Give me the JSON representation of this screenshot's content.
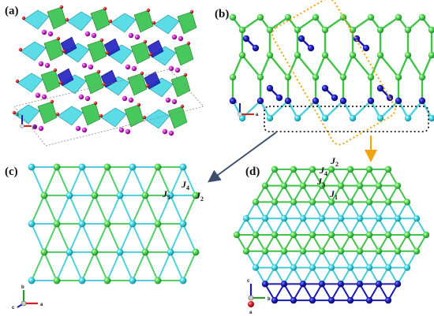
{
  "panels": {
    "a": {
      "label": "(a)"
    },
    "b": {
      "label": "(b)"
    },
    "c": {
      "label": "(c)"
    },
    "d": {
      "label": "(d)"
    }
  },
  "coupling_labels_c": {
    "j5": "J",
    "j5_sub": "5",
    "j4": "J",
    "j4_sub": "4",
    "j2": "J",
    "j2_sub": "2"
  },
  "coupling_labels_d": {
    "j2": "J",
    "j2_sub": "2",
    "j4": "J",
    "j4_sub": "4",
    "j3": "J",
    "j3_sub": "3",
    "j1": "J",
    "j1_sub": "1"
  },
  "axes": {
    "a": {
      "vertical": "c",
      "horizontal": "a"
    },
    "b": {
      "vertical": "c",
      "horizontal": "a"
    },
    "c": {
      "vertical": "b",
      "horizontal": "a",
      "out": "c"
    },
    "d": {
      "vertical": "c",
      "horizontal": "b",
      "out": "a"
    }
  },
  "colors": {
    "green_atom": "#4fd64f",
    "cyan_atom": "#36d3e0",
    "blue_atom": "#1a1ab4",
    "magenta_atom": "#cc22cc",
    "red_atom": "#d62020",
    "orange_highlight": "#f0a30a",
    "arrow_gray": "#3b4f6b"
  }
}
